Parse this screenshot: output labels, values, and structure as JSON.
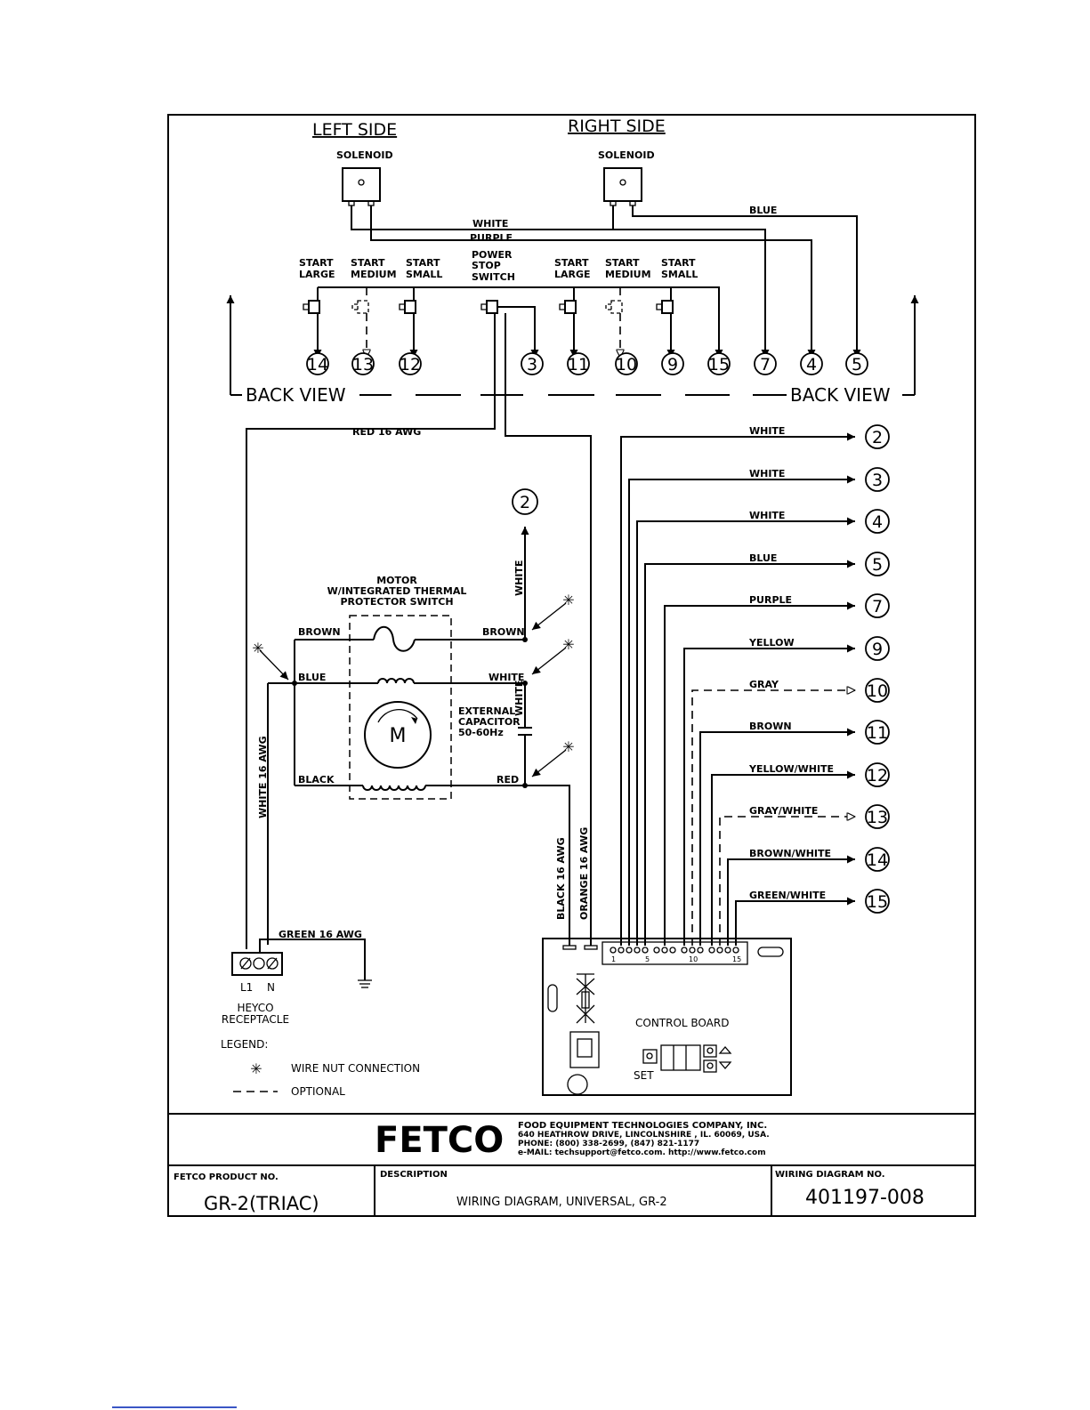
{
  "sides": {
    "left": "LEFT SIDE",
    "right": "RIGHT SIDE"
  },
  "solenoid_label": "SOLENOID",
  "top_wires": {
    "white": "WHITE",
    "purple": "PURPLE",
    "blue": "BLUE"
  },
  "switches": {
    "start_large": [
      "START",
      "LARGE"
    ],
    "start_medium": [
      "START",
      "MEDIUM"
    ],
    "start_small": [
      "START",
      "SMALL"
    ],
    "power_stop": [
      "POWER",
      "STOP",
      "SWITCH"
    ]
  },
  "back_view": "BACK VIEW",
  "terminals_top": [
    "14",
    "13",
    "12",
    "3",
    "11",
    "10",
    "9",
    "15",
    "7",
    "4",
    "5"
  ],
  "red_wire": "RED 16 AWG",
  "harness": [
    {
      "num": "2",
      "color": "WHITE"
    },
    {
      "num": "3",
      "color": "WHITE"
    },
    {
      "num": "4",
      "color": "WHITE"
    },
    {
      "num": "5",
      "color": "BLUE"
    },
    {
      "num": "7",
      "color": "PURPLE"
    },
    {
      "num": "9",
      "color": "YELLOW"
    },
    {
      "num": "10",
      "color": "GRAY"
    },
    {
      "num": "11",
      "color": "BROWN"
    },
    {
      "num": "12",
      "color": "YELLOW/WHITE"
    },
    {
      "num": "13",
      "color": "GRAY/WHITE"
    },
    {
      "num": "14",
      "color": "BROWN/WHITE"
    },
    {
      "num": "15",
      "color": "GREEN/WHITE"
    }
  ],
  "motor": {
    "title": [
      "MOTOR",
      "W/INTEGRATED THERMAL",
      "PROTECTOR SWITCH"
    ],
    "symbol": "M",
    "brown_left": "BROWN",
    "brown_right": "BROWN",
    "blue": "BLUE",
    "white_right": "WHITE",
    "black": "BLACK",
    "red": "RED",
    "white_up": "WHITE",
    "white_cap": "WHITE",
    "top_terminal": "2",
    "capacitor": [
      "EXTERNAL",
      "CAPACITOR",
      "50-60Hz"
    ]
  },
  "wire_labels": {
    "white16": "WHITE 16 AWG",
    "black16": "BLACK 16 AWG",
    "orange16": "ORANGE 16 AWG",
    "green16": "GREEN 16 AWG"
  },
  "receptacle": {
    "l1": "L1",
    "n": "N",
    "name": [
      "HEYCO",
      "RECEPTACLE"
    ]
  },
  "legend": {
    "title": "LEGEND:",
    "wire_nut_symbol": "✳",
    "wire_nut": "WIRE NUT CONNECTION",
    "optional": "OPTIONAL"
  },
  "control_board": {
    "title": "CONTROL BOARD",
    "set": "SET",
    "pin_labels": [
      "1",
      "5",
      "10",
      "15"
    ]
  },
  "title_block": {
    "logo": "FETCO",
    "company": "FOOD EQUIPMENT TECHNOLOGIES COMPANY, INC.",
    "address": "640 HEATHROW DRIVE, LINCOLNSHIRE , IL. 60069, USA.",
    "phone": "PHONE: (800) 338-2699, (847) 821-1177",
    "web": "e-MAIL: techsupport@fetco.com.   http://www.fetco.com",
    "product_label": "FETCO PRODUCT NO.",
    "product": "GR-2(TRIAC)",
    "desc_label": "DESCRIPTION",
    "description": "WIRING DIAGRAM, UNIVERSAL, GR-2",
    "diagram_label": "WIRING DIAGRAM NO.",
    "diagram_no": "401197-008"
  }
}
